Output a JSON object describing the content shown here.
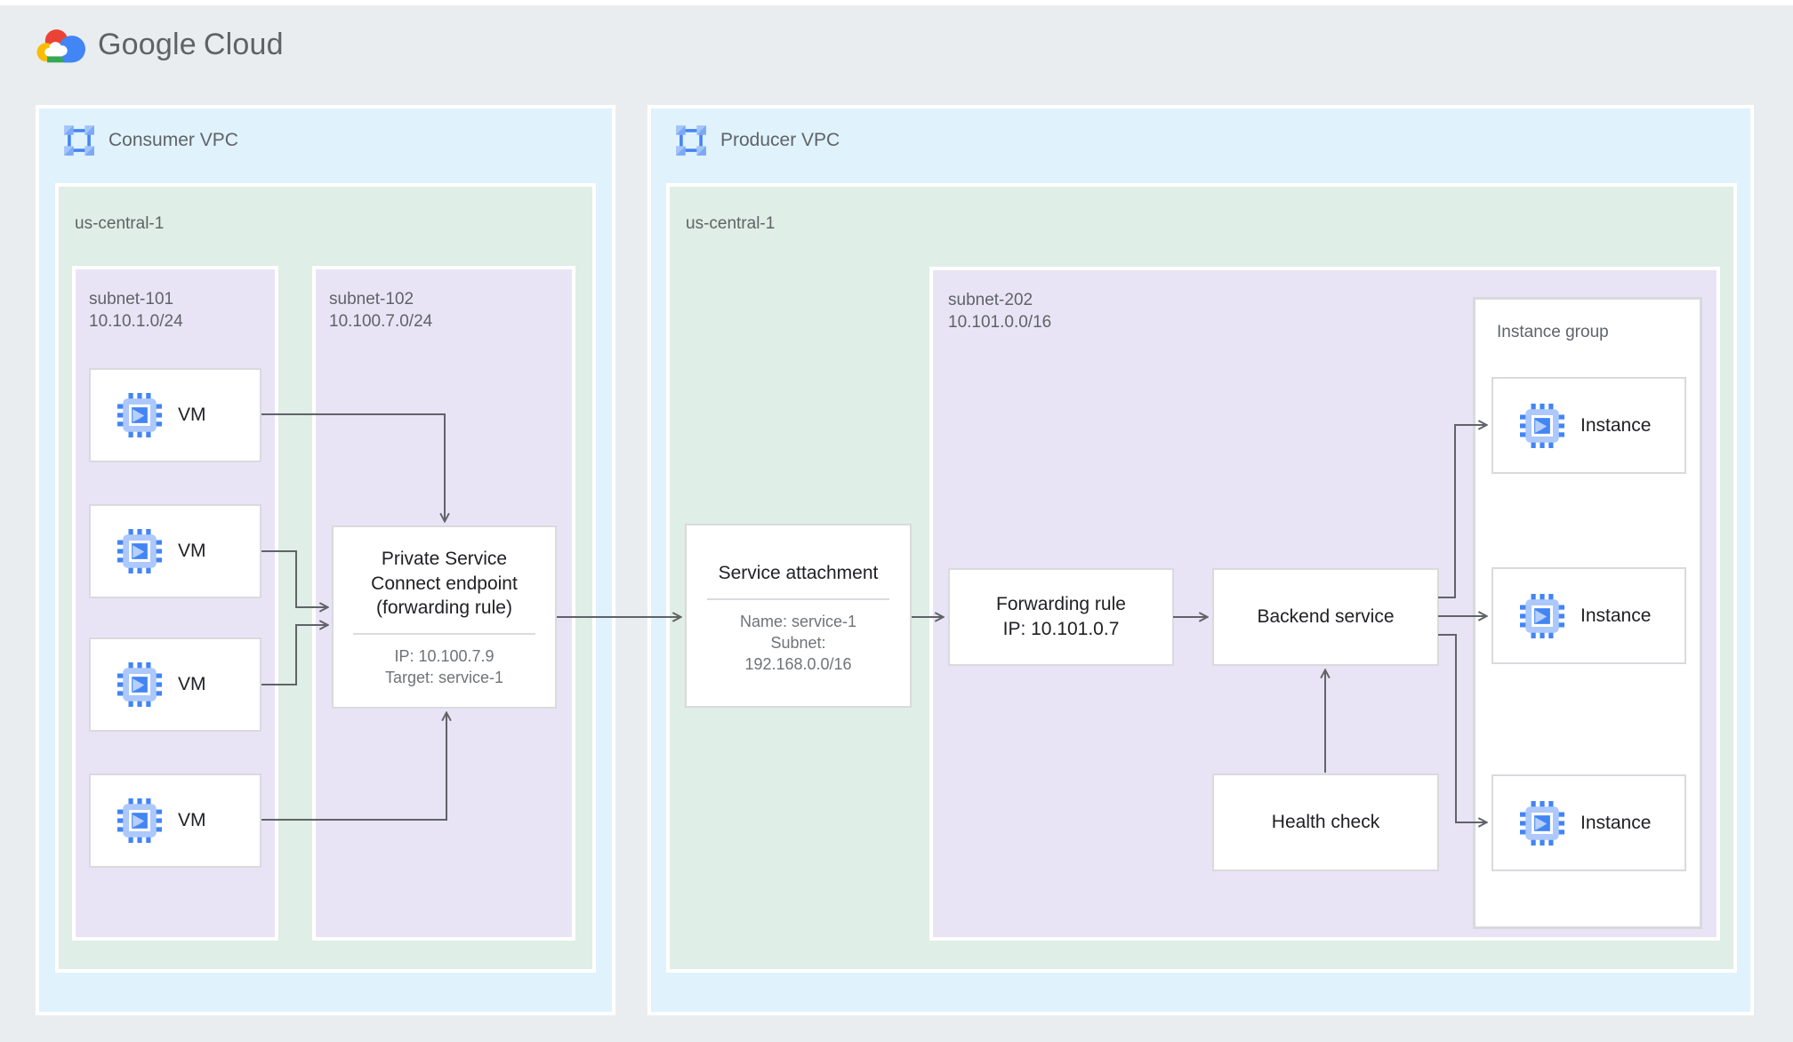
{
  "logo": {
    "google": "Google",
    "cloud": "Cloud"
  },
  "consumer_vpc": {
    "label": "Consumer VPC",
    "region": {
      "label": "us-central-1"
    },
    "subnet_101": {
      "name": "subnet-101",
      "cidr": "10.10.1.0/24"
    },
    "subnet_102": {
      "name": "subnet-102",
      "cidr": "10.100.7.0/24"
    },
    "vms": [
      {
        "label": "VM"
      },
      {
        "label": "VM"
      },
      {
        "label": "VM"
      },
      {
        "label": "VM"
      }
    ],
    "psc_endpoint": {
      "title_lines": [
        "Private Service",
        "Connect endpoint",
        "(forwarding rule)"
      ],
      "ip": "IP: 10.100.7.9",
      "target": "Target: service-1"
    }
  },
  "producer_vpc": {
    "label": "Producer VPC",
    "region": {
      "label": "us-central-1"
    },
    "subnet_202": {
      "name": "subnet-202",
      "cidr": "10.101.0.0/16"
    },
    "service_attachment": {
      "title": "Service attachment",
      "detail_lines": [
        "Name: service-1",
        "Subnet:",
        "192.168.0.0/16"
      ]
    },
    "forwarding_rule": {
      "title": "Forwarding rule",
      "ip": "IP: 10.101.0.7"
    },
    "backend_service": {
      "title": "Backend service"
    },
    "health_check": {
      "title": "Health check"
    },
    "instance_group": {
      "label": "Instance group",
      "instances": [
        {
          "label": "Instance"
        },
        {
          "label": "Instance"
        },
        {
          "label": "Instance"
        }
      ]
    }
  },
  "icons": {
    "vpc": "vpc-network-icon",
    "vm": "compute-engine-icon",
    "instance": "compute-engine-icon"
  },
  "colors": {
    "vpc_bg": "#e0f2fc",
    "region_bg": "#dfeee6",
    "subnet_bg": "#e9e4f5",
    "node_border": "#d9dadd",
    "arrow": "#606368",
    "title_text": "#202124",
    "secondary_text": "#6f7377",
    "label_text": "#5f6368",
    "google_blue": "#4285f4",
    "google_red": "#ea4335",
    "google_yellow": "#fbbc04",
    "google_green": "#34a853"
  }
}
